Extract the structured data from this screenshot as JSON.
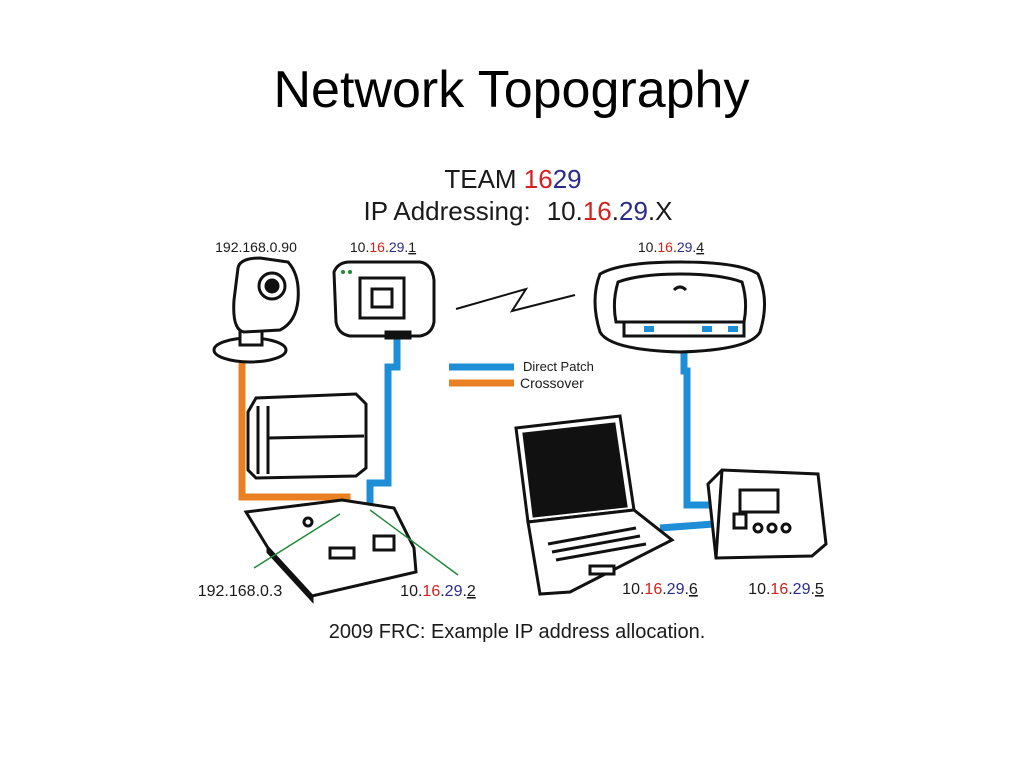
{
  "title": "Network Topography",
  "colors": {
    "red": "#d42020",
    "blue": "#2b2b8c",
    "cable_blue": "#1e8fd6",
    "cable_orange": "#e98124",
    "pointer_green": "#1e8a3a"
  },
  "header": {
    "team_prefix": "TEAM ",
    "team_red": "16",
    "team_blue": "29",
    "ip_label": "IP Addressing:",
    "ip_a": "10.",
    "ip_red": "16",
    "ip_dot1": ".",
    "ip_blue": "29",
    "ip_dot2": ".",
    "ip_x": "X"
  },
  "legend": {
    "direct_patch": "Direct Patch",
    "crossover": "Crossover"
  },
  "devices": {
    "camera": {
      "icon": "camera-icon",
      "ip": "192.168.0.90"
    },
    "bridge": {
      "icon": "bridge-icon",
      "ip_a": "10.",
      "ip_red": "16",
      "ip_b": ".",
      "ip_blue": "29",
      "ip_c": ".",
      "ip_last": "1"
    },
    "router": {
      "icon": "router-icon",
      "ip_a": "10.",
      "ip_red": "16",
      "ip_b": ".",
      "ip_blue": "29",
      "ip_c": ".",
      "ip_last": "4"
    },
    "crio": {
      "icon": "crio-icon",
      "ip_left": "192.168.0.3",
      "ip_a": "10.",
      "ip_red": "16",
      "ip_b": ".",
      "ip_blue": "29",
      "ip_c": ".",
      "ip_last": "2"
    },
    "laptop": {
      "icon": "laptop-icon",
      "ip_a": "10.",
      "ip_red": "16",
      "ip_b": ".",
      "ip_blue": "29",
      "ip_c": ".",
      "ip_last": "6"
    },
    "dashboard": {
      "icon": "control-box-icon",
      "ip_a": "10.",
      "ip_red": "16",
      "ip_b": ".",
      "ip_blue": "29",
      "ip_c": ".",
      "ip_last": "5"
    }
  },
  "caption": "2009 FRC:  Example IP address allocation."
}
